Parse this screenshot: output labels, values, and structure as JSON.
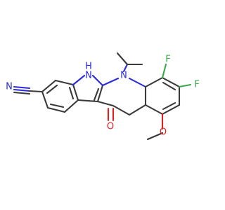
{
  "structure": {
    "atoms": {
      "nitrile_n": "N",
      "indole_nh": "H",
      "indole_n": "N",
      "acridone_n": "N",
      "carbonyl_o": "O",
      "ether_o": "O",
      "fluorine_1": "F",
      "fluorine_2": "F"
    },
    "colors": {
      "bond": "#3a3a3a",
      "nitrogen": "#2b2bd9",
      "oxygen": "#e02020",
      "fluorine": "#3aa84a"
    }
  }
}
